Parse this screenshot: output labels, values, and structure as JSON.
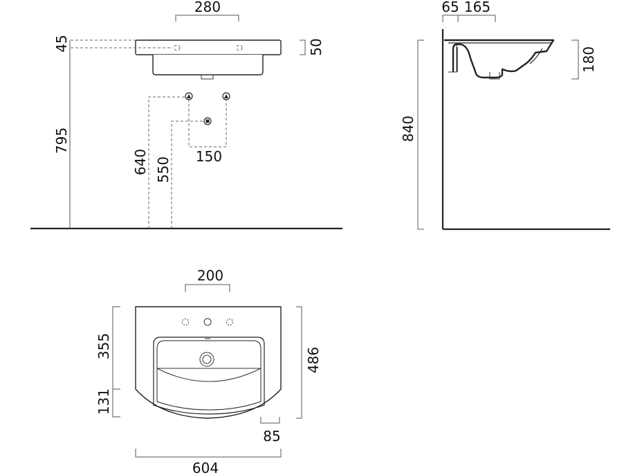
{
  "front_view": {
    "basin_width_top": "280",
    "overflow_height": "45",
    "basin_thickness": "50",
    "rim_height": "795",
    "tap_height": "640",
    "waste_height": "550",
    "tap_spacing": "150"
  },
  "side_view": {
    "wall_offset": "65",
    "drain_offset": "165",
    "basin_depth": "180",
    "total_height": "840"
  },
  "plan_view": {
    "tap_hole_spacing": "200",
    "bowl_depth": "355",
    "front_depth": "131",
    "total_depth": "486",
    "corner_offset": "85",
    "total_width": "604"
  }
}
